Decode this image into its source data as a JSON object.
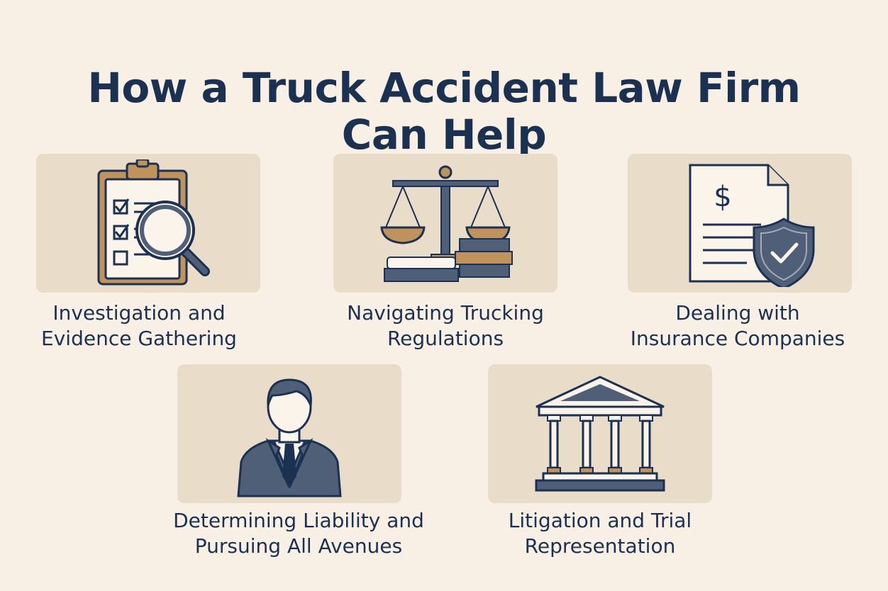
{
  "title": {
    "line1": "How a Truck Accident Law Firm",
    "line2": "Can Help"
  },
  "items": [
    {
      "icon": "clipboard-magnifier-icon",
      "label_line1": "Investigation and",
      "label_line2": "Evidence Gathering"
    },
    {
      "icon": "scales-of-justice-icon",
      "label_line1": "Navigating Trucking",
      "label_line2": "Regulations"
    },
    {
      "icon": "insurance-document-shield-icon",
      "label_line1": "Dealing with",
      "label_line2": "Insurance Companies"
    },
    {
      "icon": "lawyer-icon",
      "label_line1": "Determining Liability and",
      "label_line2": "Pursuing All Avenues"
    },
    {
      "icon": "courthouse-icon",
      "label_line1": "Litigation and Trial",
      "label_line2": "Representation"
    }
  ],
  "colors": {
    "background": "#f8f0e4",
    "card": "#e9dcc9",
    "navy": "#1b3152",
    "slate": "#4f5f78",
    "tan": "#c0935c",
    "paper": "#faf4ea"
  }
}
